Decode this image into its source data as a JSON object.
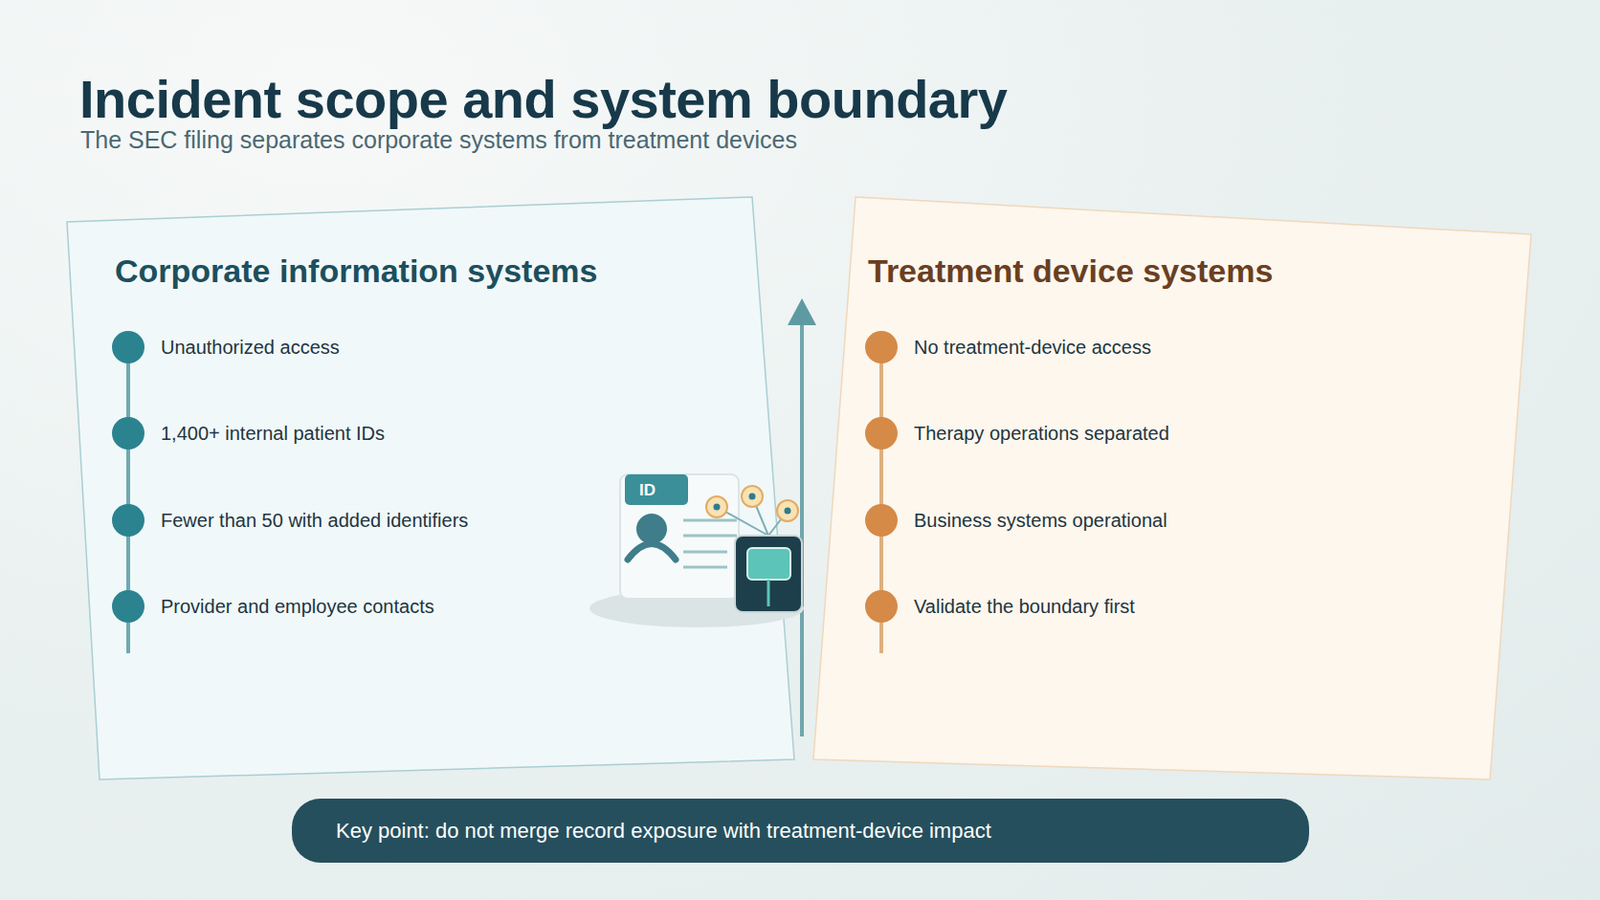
{
  "diagram": {
    "title": "Incident scope and system boundary",
    "nodes": [
      {
        "text": [
          "Corporate information systems",
          "Unauthorized access",
          "1,400+ internal patient IDs",
          "Fewer than 50 with added identifiers",
          "Provider and employee contacts"
        ]
      },
      {
        "text": [
          "Treatment device systems",
          "No treatment-device access",
          "Therapy operations separated",
          "Business systems operational",
          "Validate the boundary first"
        ]
      },
      {
        "text": [
          "Key point: do not merge record exposure with treatment-device impact"
        ]
      }
    ],
    "labels": [
      "The SEC filing separates corporate systems from treatment devices",
      "ID"
    ]
  }
}
